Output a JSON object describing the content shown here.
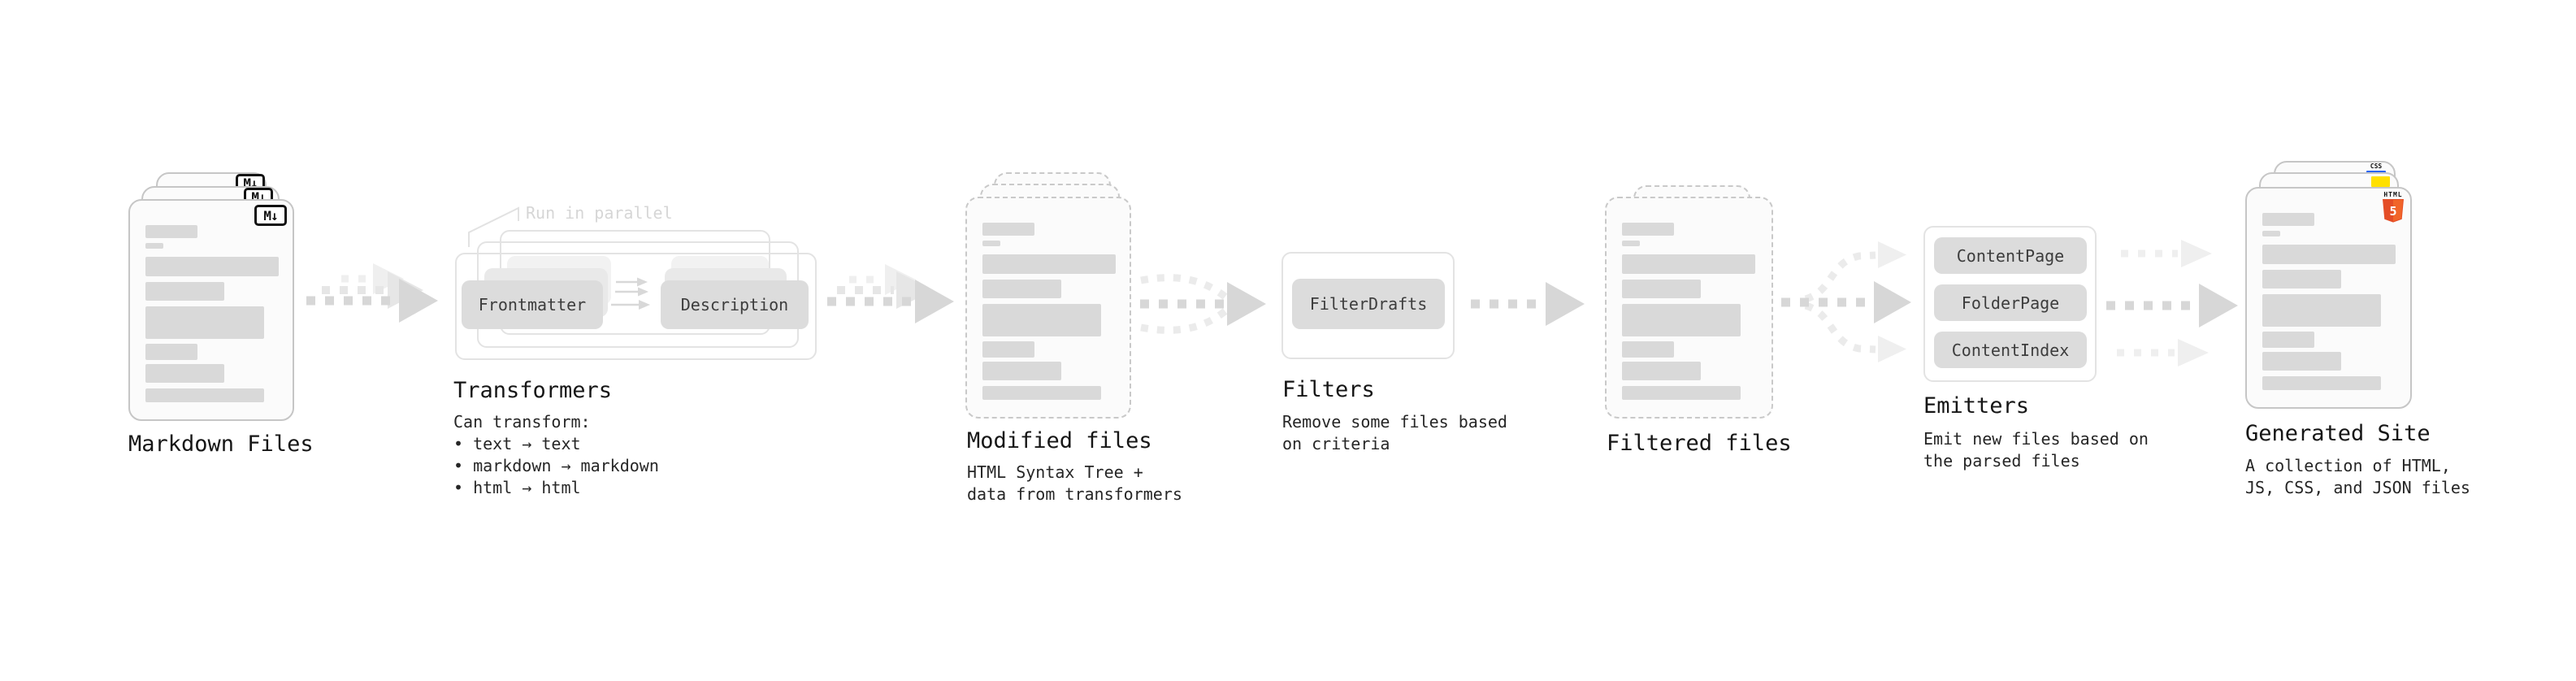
{
  "colors": {
    "page_bg": "#ffffff",
    "card_bg": "#fbfbfb",
    "card_border": "#c6c6c6",
    "dashed_border": "#c9c9c9",
    "bar": "#d9d9d9",
    "pill_bg": "#dcdcdc",
    "pill_mid": "#e9e9e9",
    "pill_back": "#f2f2f2",
    "outline_box": "#e3e3e3",
    "arrow_main": "#d7d7d7",
    "arrow_light": "#e6e6e6",
    "arrow_faint": "#efefef",
    "title_text": "#161616",
    "body_text": "#262626",
    "pill_text": "#3d3d3d",
    "note_text": "#d6d6d6",
    "markdown_icon": "#111111",
    "html5_orange": "#e44d26",
    "js_yellow": "#ffe000",
    "css_blue": "#2965f1"
  },
  "pipeline": {
    "markdown_files": {
      "label": "Markdown Files",
      "badge": "M↓"
    },
    "transformers": {
      "label": "Transformers",
      "note": "Run in parallel",
      "pill_left": "Frontmatter",
      "pill_right": "Description",
      "description": "Can transform:\n • text → text\n • markdown → markdown\n • html → html"
    },
    "modified_files": {
      "label": "Modified files",
      "description": "HTML Syntax Tree +\ndata from transformers"
    },
    "filters": {
      "label": "Filters",
      "pill": "FilterDrafts",
      "description": "Remove some files based\non criteria"
    },
    "filtered_files": {
      "label": "Filtered files"
    },
    "emitters": {
      "label": "Emitters",
      "pills": [
        "ContentPage",
        "FolderPage",
        "ContentIndex"
      ],
      "description": "Emit new files based on\nthe parsed files"
    },
    "generated_site": {
      "label": "Generated Site",
      "description": "A collection of HTML,\nJS, CSS, and JSON files",
      "badges": {
        "html_label": "HTML",
        "html_number": "5",
        "css_label": "CSS"
      }
    }
  }
}
